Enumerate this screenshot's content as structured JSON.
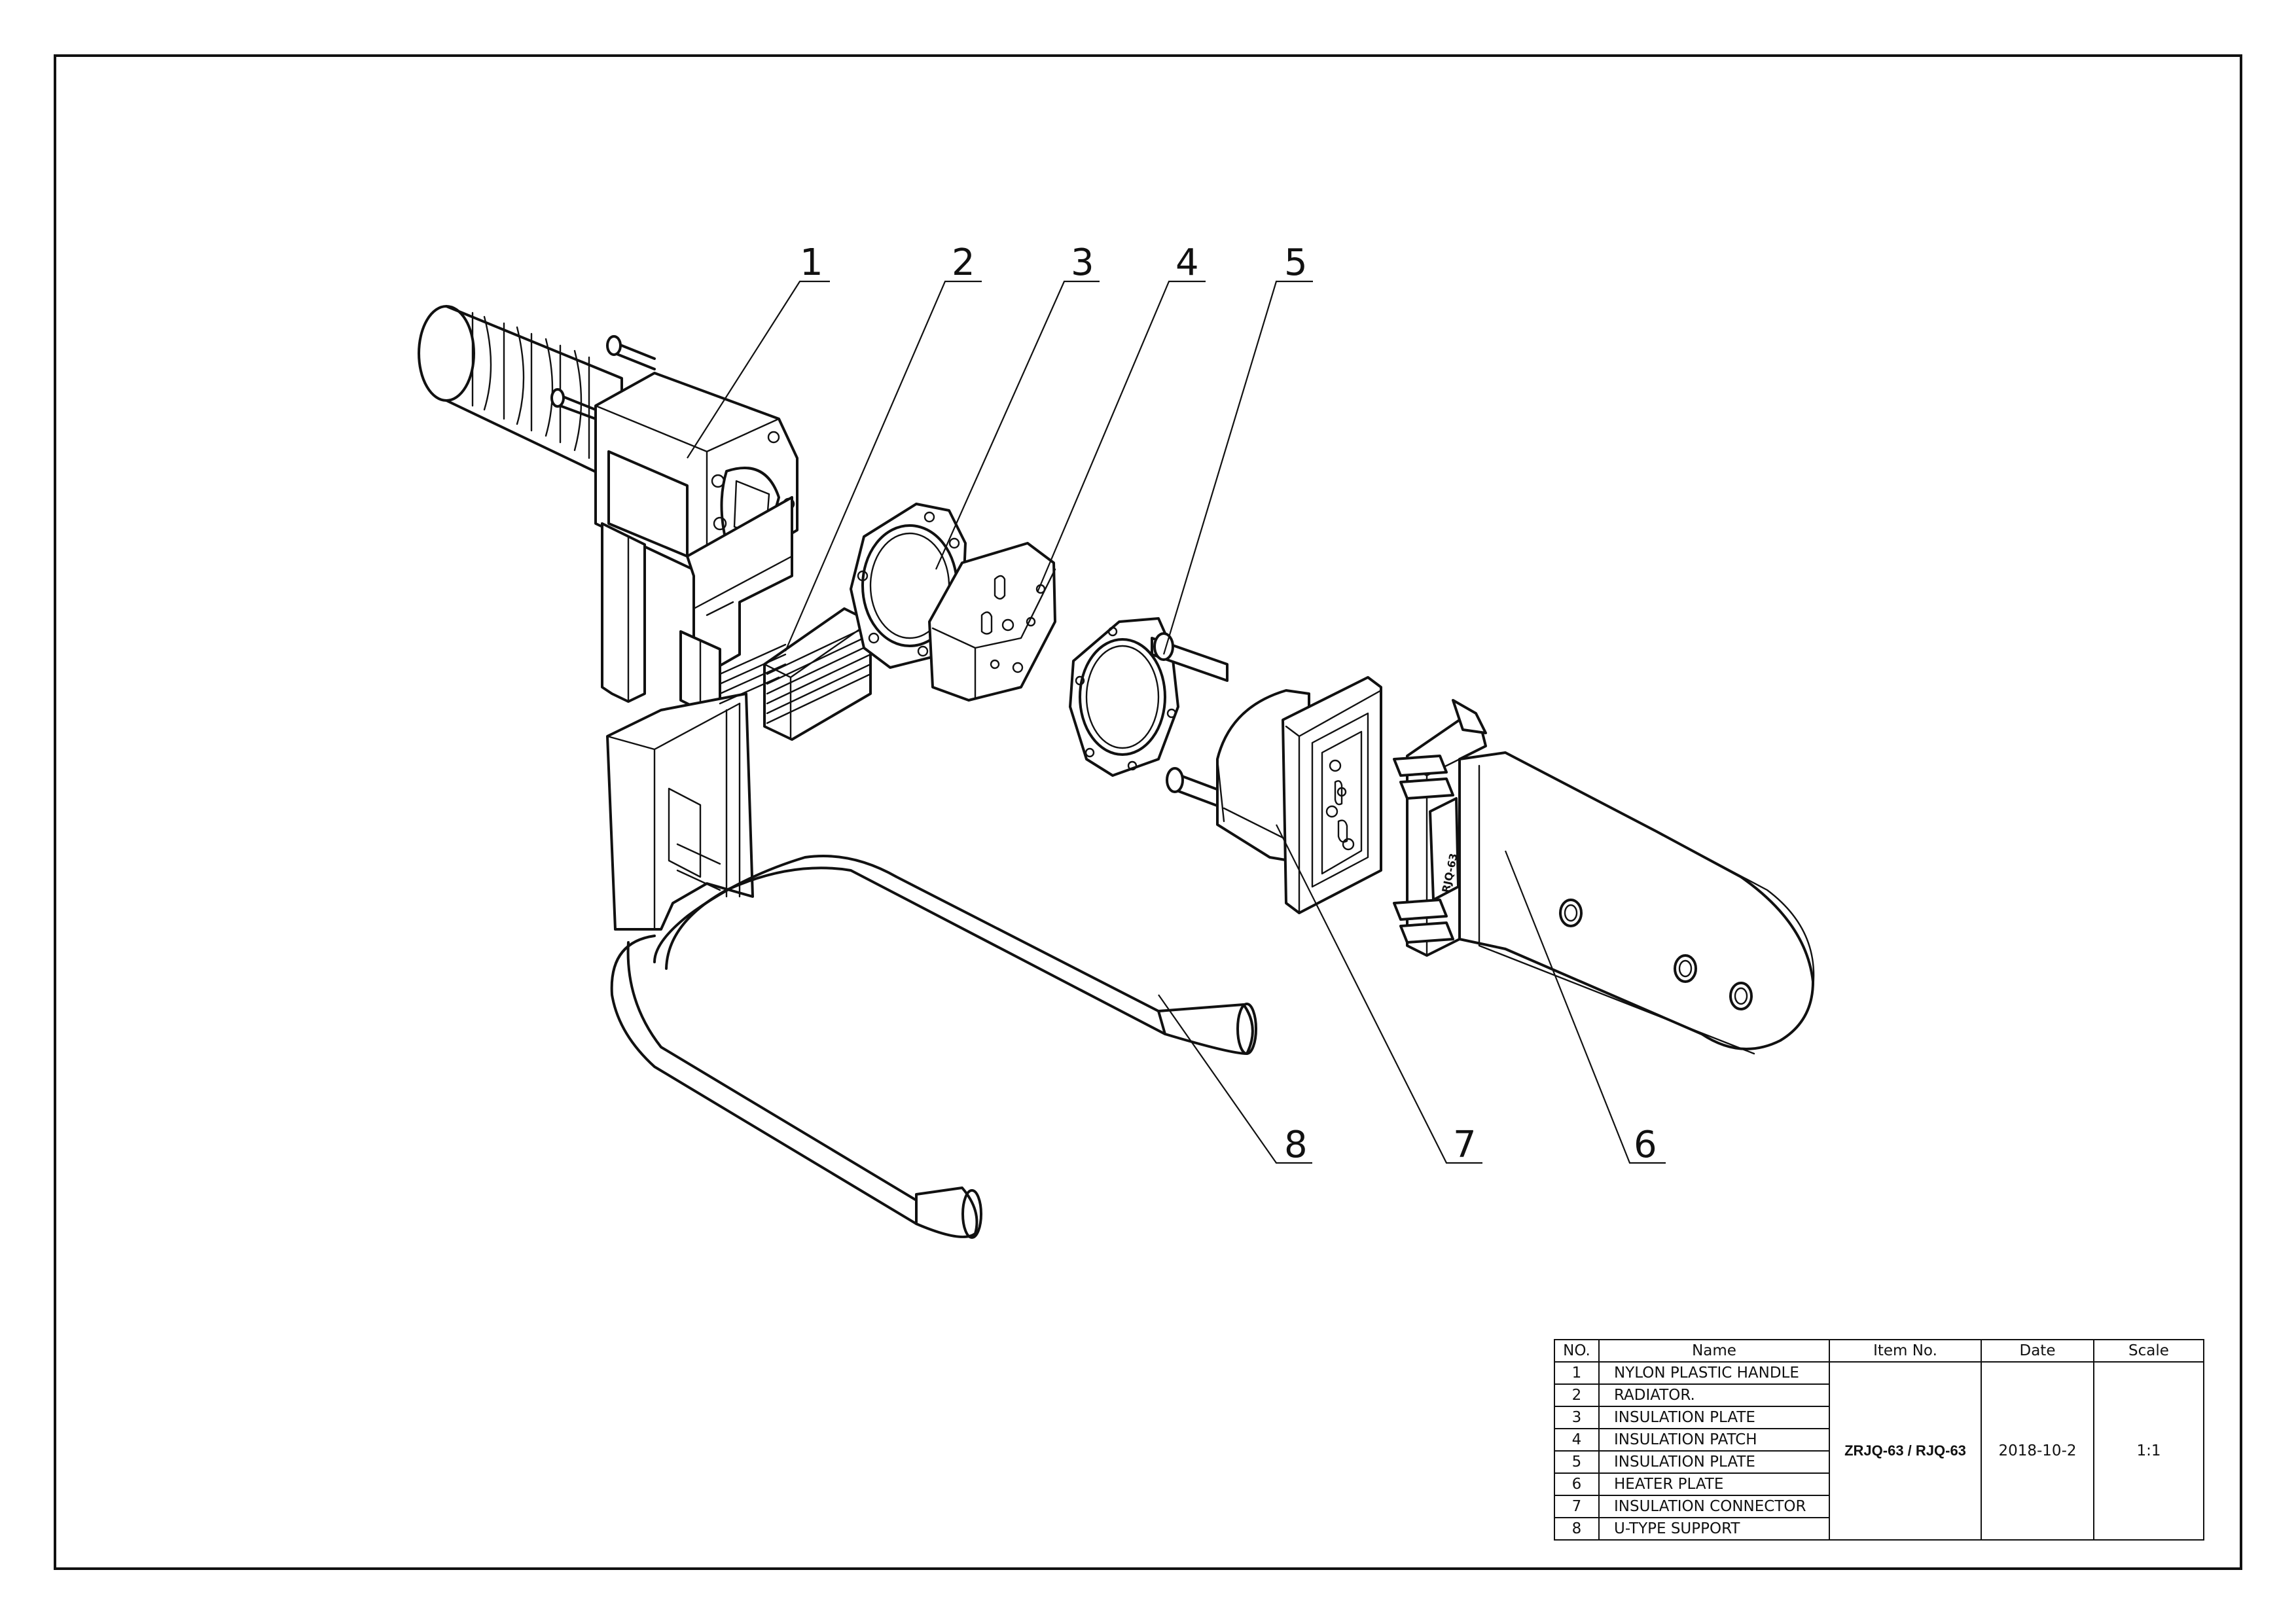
{
  "drawing": {
    "callouts": [
      "1",
      "2",
      "3",
      "4",
      "5",
      "6",
      "7",
      "8"
    ],
    "stamp_text": "RJQ-63"
  },
  "bom": {
    "headers": {
      "no": "NO.",
      "name": "Name",
      "item_no": "Item No.",
      "date": "Date",
      "scale": "Scale"
    },
    "rows": [
      {
        "no": "1",
        "name": "NYLON PLASTIC HANDLE"
      },
      {
        "no": "2",
        "name": "RADIATOR."
      },
      {
        "no": "3",
        "name": "INSULATION PLATE"
      },
      {
        "no": "4",
        "name": "INSULATION PATCH"
      },
      {
        "no": "5",
        "name": "INSULATION PLATE"
      },
      {
        "no": "6",
        "name": "HEATER PLATE"
      },
      {
        "no": "7",
        "name": "INSULATION CONNECTOR"
      },
      {
        "no": "8",
        "name": "U-TYPE SUPPORT"
      }
    ],
    "item_no": "ZRJQ-63 / RJQ-63",
    "date": "2018-10-2",
    "scale": "1:1"
  },
  "colors": {
    "ink": "#111111",
    "paper": "#ffffff"
  }
}
